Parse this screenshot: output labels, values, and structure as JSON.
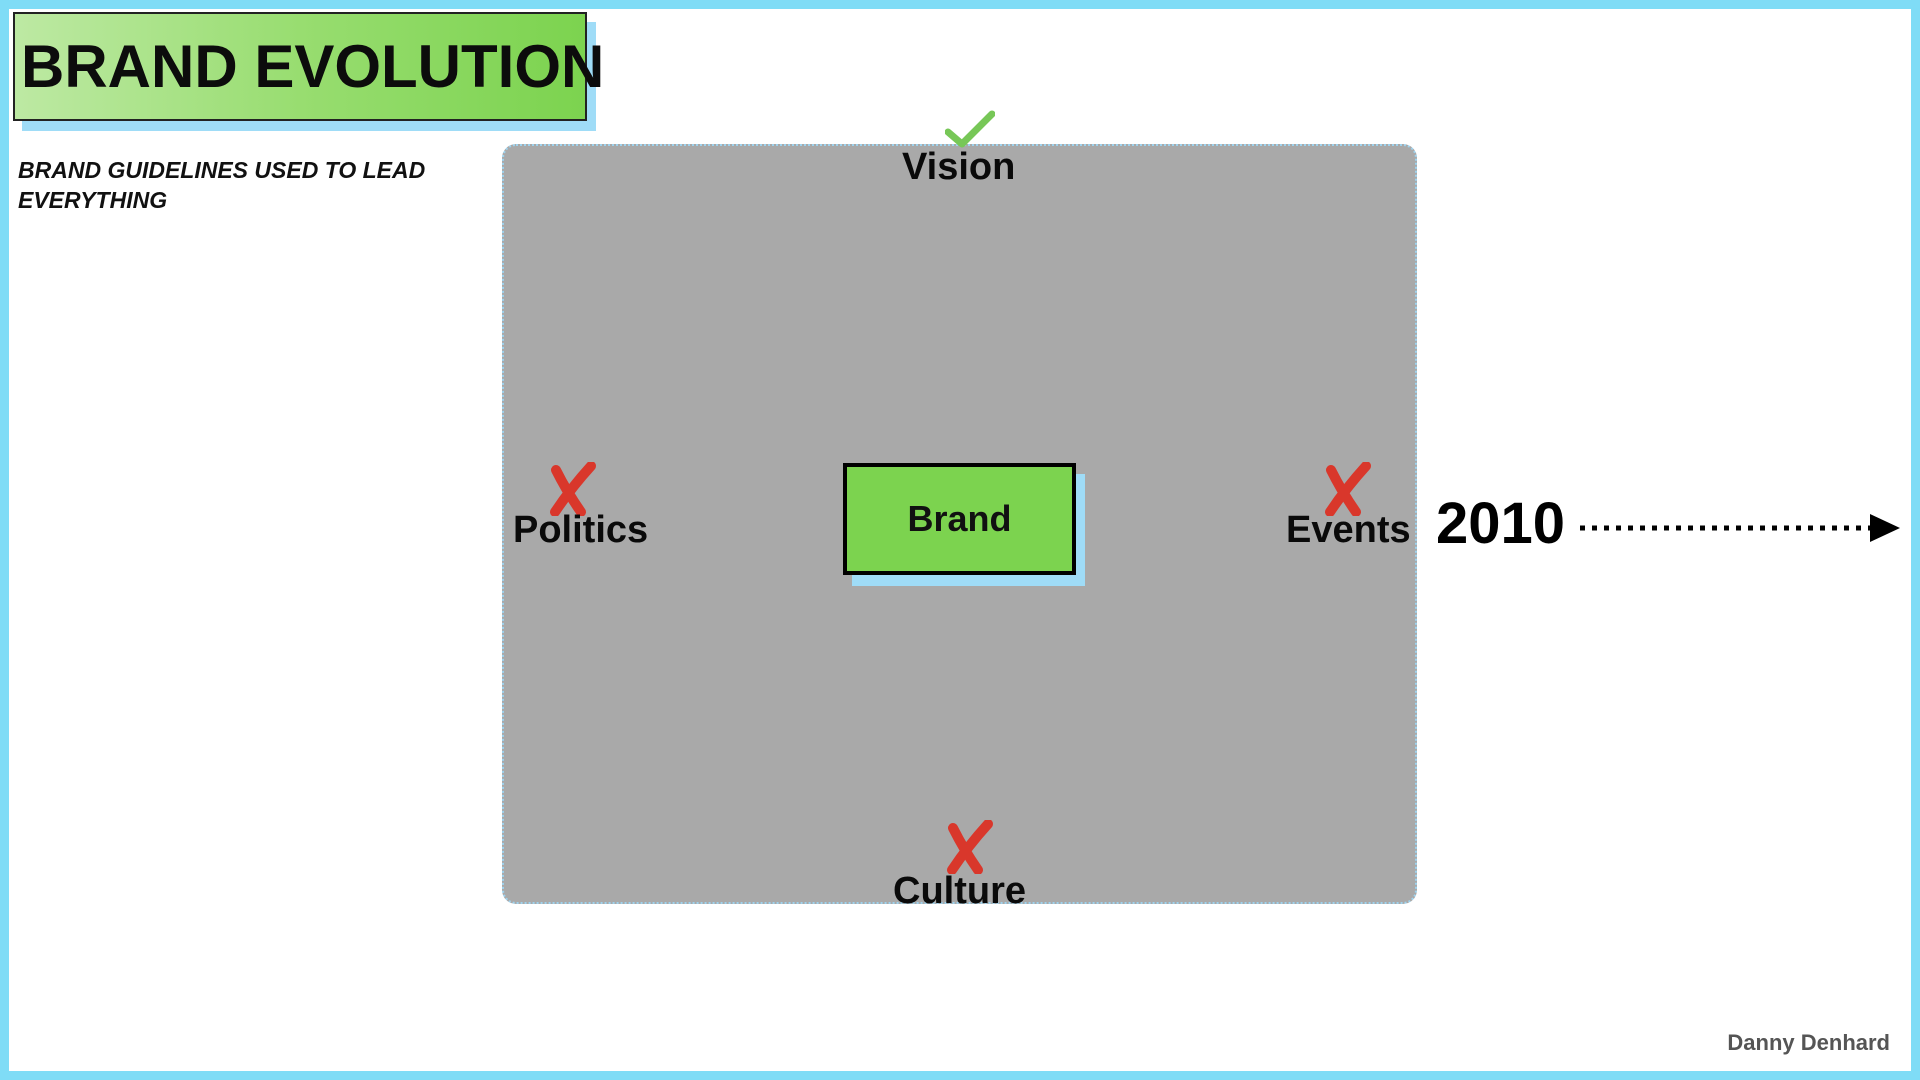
{
  "title": "BRAND EVOLUTION",
  "subtitle": "BRAND GUIDELINES USED TO LEAD EVERYTHING",
  "center_node": "Brand",
  "nodes": {
    "top": {
      "label": "Vision",
      "status": "check-icon"
    },
    "left": {
      "label": "Politics",
      "status": "cross-icon"
    },
    "right": {
      "label": "Events",
      "status": "cross-icon"
    },
    "bottom": {
      "label": "Culture",
      "status": "cross-icon"
    }
  },
  "year": "2010",
  "author": "Danny Denhard",
  "colors": {
    "frame": "#7fdcf6",
    "panel": "#a9a9a9",
    "brand_green": "#7cd34f",
    "shadow_blue": "#9fdcf7",
    "check_green": "#77c757",
    "cross_red": "#d9372b"
  }
}
